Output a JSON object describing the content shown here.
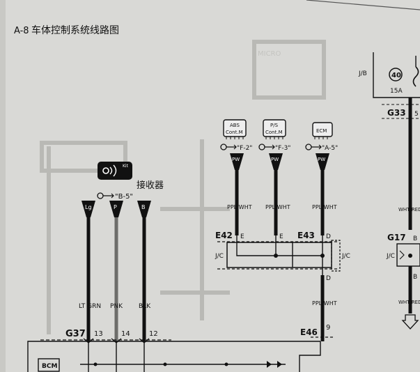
{
  "title": {
    "code": "A-8",
    "text": "车体控制系统线路图"
  },
  "receiver": {
    "label": "接收器",
    "key_tag": "Kit",
    "ref": "\"B-5\""
  },
  "receiver_pins": [
    {
      "tag": "Lg",
      "wire": "LT GRN",
      "pin": "13"
    },
    {
      "tag": "P",
      "wire": "PNK",
      "pin": "14"
    },
    {
      "tag": "B",
      "wire": "BLK",
      "pin": "12"
    }
  ],
  "modules": [
    {
      "label1": "ABS",
      "label2": "Cont.M",
      "ref": "\"F-2\"",
      "pin_tag": "PW",
      "wire": "PPL/WHT",
      "jc_pin": "E"
    },
    {
      "label1": "P/S",
      "label2": "Cont.M",
      "ref": "\"F-3\"",
      "pin_tag": "PW",
      "wire": "PPL/WHT",
      "jc_pin": "E"
    },
    {
      "label1": "ECM",
      "label2": "",
      "ref": "\"A-5\"",
      "pin_tag": "PW",
      "wire": "PPL/WHT",
      "jc_pin": "D"
    }
  ],
  "connectors": {
    "g37": "G37",
    "e42": "E42",
    "e43": "E43",
    "e46": "E46",
    "g33": "G33",
    "g17": "G17"
  },
  "jc": {
    "left": "J/C",
    "right": "J/C",
    "g17": "J/C",
    "jb": "J/B"
  },
  "e43_lower_pin": "D",
  "e46_wire": "PPL/WHT",
  "e46_pin": "9",
  "bcm": "BCM",
  "fuse": {
    "number": "40",
    "rating": "15A"
  },
  "right_wires": {
    "upper": "WHT/RED",
    "lower": "WHT/RED"
  },
  "right_pins": {
    "g33": "5",
    "g17_a": "B",
    "g17_b": "B"
  },
  "colors": {
    "paper": "#d9d9d6",
    "ink": "#111111"
  }
}
